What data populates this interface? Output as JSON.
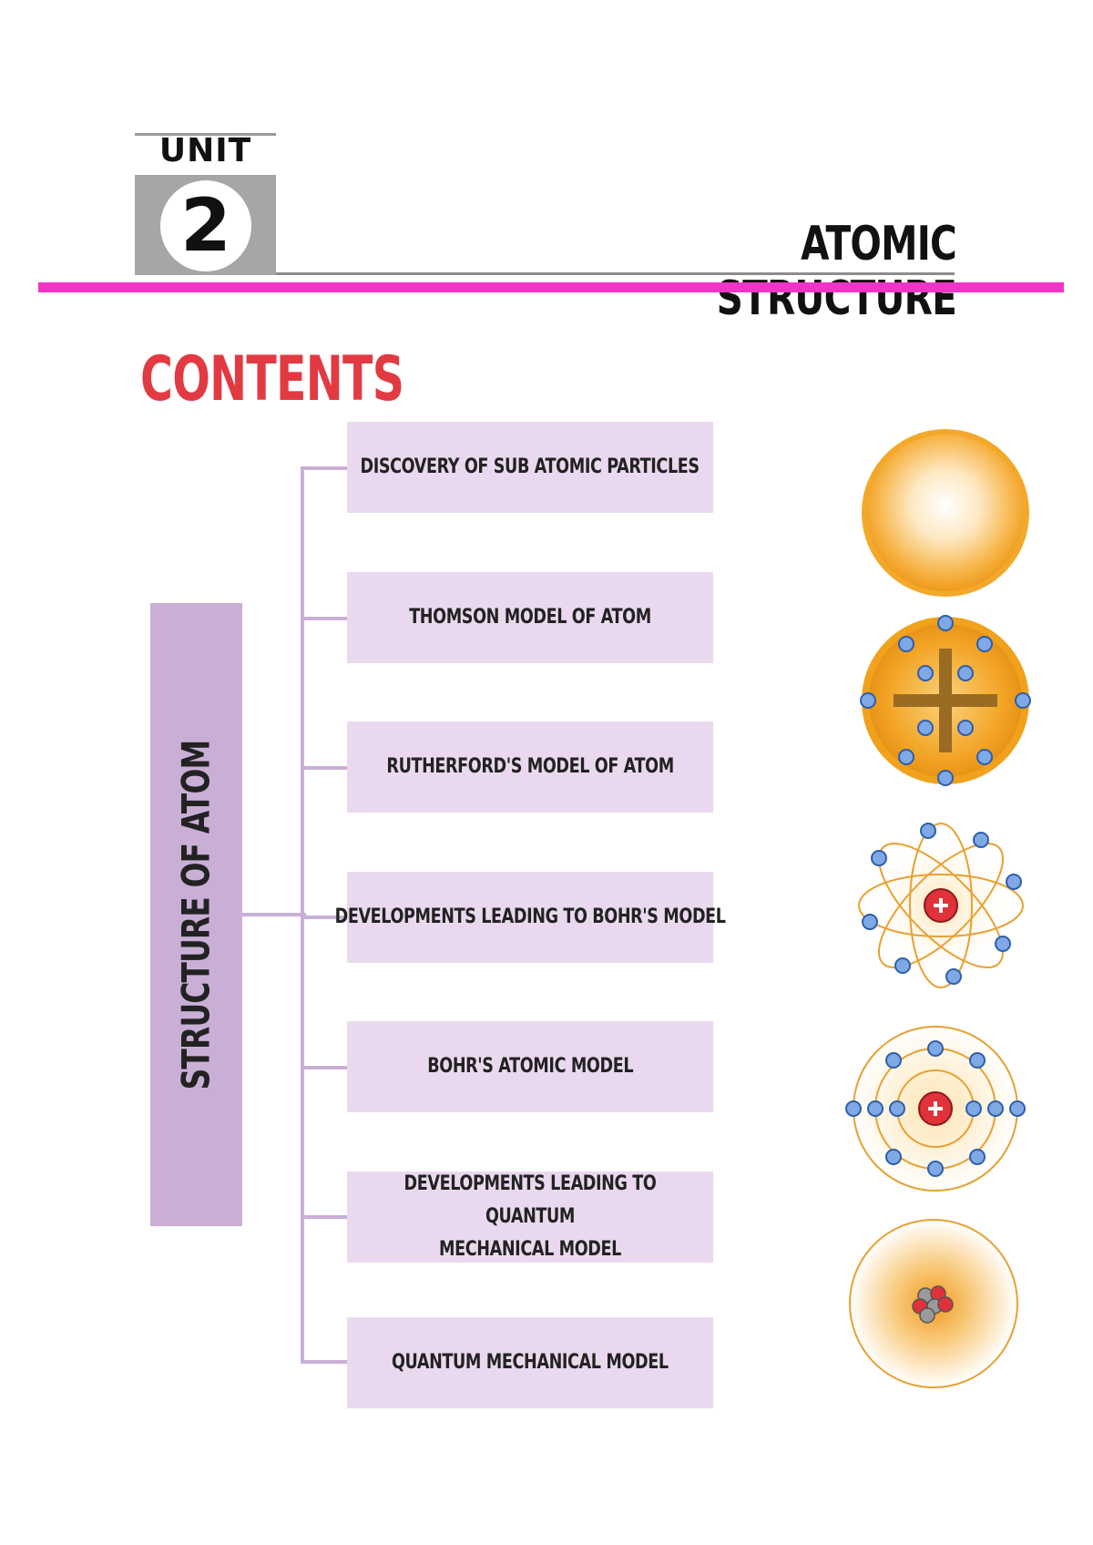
{
  "header": {
    "unit_label": "UNIT",
    "unit_number": "2",
    "title": "ATOMIC STRUCTURE"
  },
  "contents": {
    "heading": "CONTENTS",
    "root_label": "STRUCTURE OF ATOM",
    "topics": [
      {
        "label": "DISCOVERY OF SUB ATOMIC PARTICLES",
        "icon": "solid-sphere-atom-icon"
      },
      {
        "label": "THOMSON MODEL OF ATOM",
        "icon": "thomson-plum-pudding-icon"
      },
      {
        "label": "RUTHERFORD'S MODEL OF ATOM",
        "icon": "rutherford-orbit-atom-icon"
      },
      {
        "label": "DEVELOPMENTS LEADING TO BOHR'S MODEL",
        "icon": "bohr-shell-atom-icon"
      },
      {
        "label": "BOHR'S ATOMIC MODEL",
        "icon": "bohr-shell-atom-icon"
      },
      {
        "label": "DEVELOPMENTS LEADING TO QUANTUM\nMECHANICAL MODEL",
        "icon": "electron-cloud-atom-icon"
      },
      {
        "label": "QUANTUM MECHANICAL MODEL",
        "icon": ""
      }
    ]
  },
  "colors": {
    "accent_pink": "#f234c6",
    "contents_red": "#e23a43",
    "lilac": "#c9afd6",
    "topic_bg": "#ead9ee",
    "sphere_orange": "#f1a21c",
    "electron_blue": "#6f9fe0",
    "nucleus_red": "#e0323a"
  }
}
